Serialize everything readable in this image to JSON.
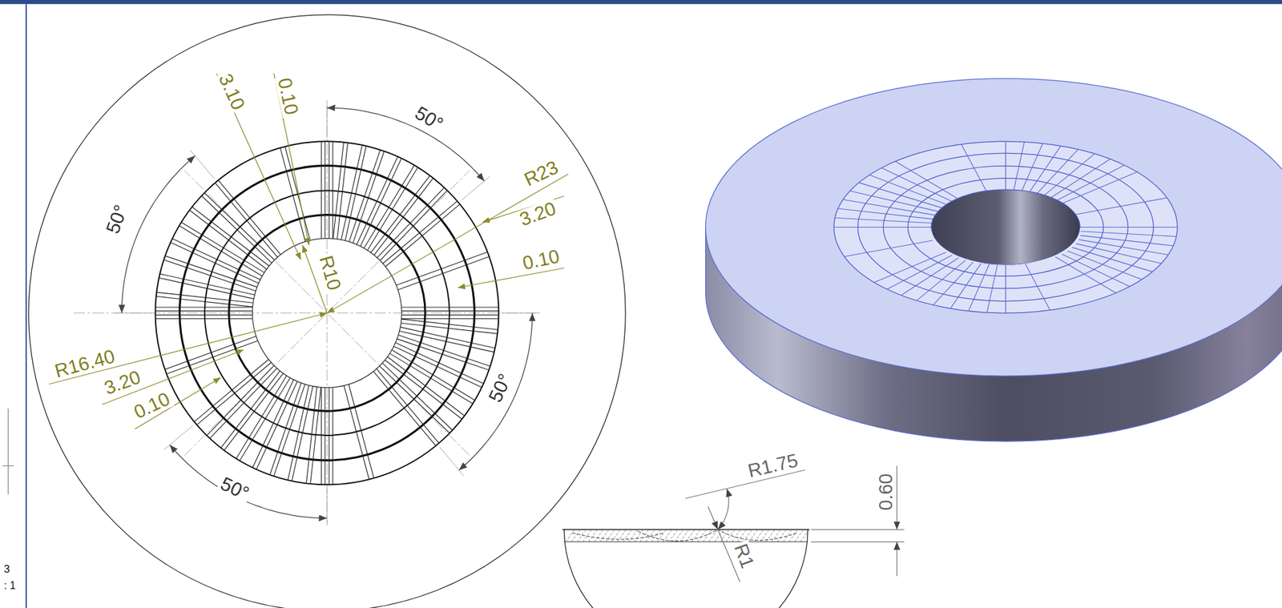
{
  "diagram": {
    "labels": [
      "3.10",
      "0.10",
      "50°",
      "R23",
      "3.20",
      "0.10",
      "50°",
      "R10",
      "R16.40",
      "3.20",
      "0.10",
      "50°",
      "50°",
      "R1.75",
      "0.60",
      "R1",
      "3",
      ": 1"
    ]
  }
}
